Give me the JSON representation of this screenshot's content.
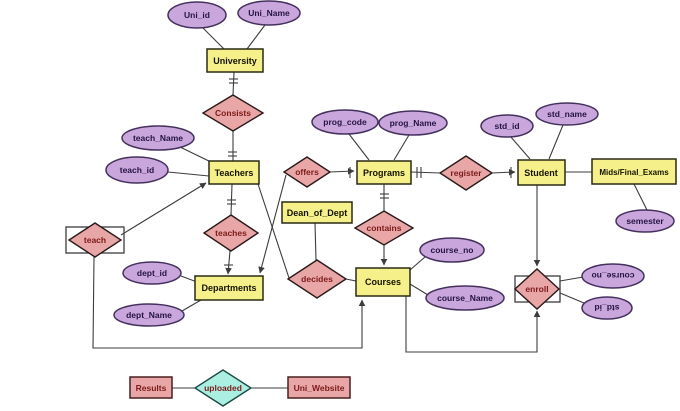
{
  "nodes": {
    "university": "University",
    "teachers": "Teachers",
    "programs": "Programs",
    "student": "Student",
    "mids_final_exams": "Mids/Final_Exams",
    "dean_of_dept": "Dean_of_Dept",
    "departments": "Departments",
    "courses": "Courses",
    "results": "Results",
    "uni_website": "Uni_Website"
  },
  "relationships": {
    "consists": "Consists",
    "offers": "offers",
    "register": "register",
    "teaches": "teaches",
    "contains": "contains",
    "decides": "decides",
    "enroll": "enroll",
    "teach": "teach",
    "uploaded": "uploaded"
  },
  "attributes": {
    "uni_id": "Uni_id",
    "uni_name": "Uni_Name",
    "teach_name": "teach_Name",
    "teach_id": "teach_id",
    "prog_code": "prog_code",
    "prog_name": "prog_Name",
    "std_id": "std_id",
    "std_name": "std_name",
    "semester": "semester",
    "dept_id": "dept_id",
    "dept_name": "dept_Name",
    "course_no": "course_no",
    "course_name": "course_Name",
    "enroll_course_no": "course_no",
    "enroll_std_id": "std_id"
  },
  "colors": {
    "background": "#ffffff",
    "entity_fill": "#f6f08a",
    "entity_border": "#2a2a12",
    "entity_text": "#141400",
    "relationship_fill": "#e9a6a6",
    "relationship_border": "#2a1a1a",
    "relationship_text": "#7c1a1a",
    "attribute_fill": "#c9a6dc",
    "attribute_border": "#45315e",
    "attribute_text": "#251443",
    "uploaded_fill": "#abefe2",
    "pink_entity_fill": "#e9a6a6",
    "line": "#3c3c3c"
  }
}
